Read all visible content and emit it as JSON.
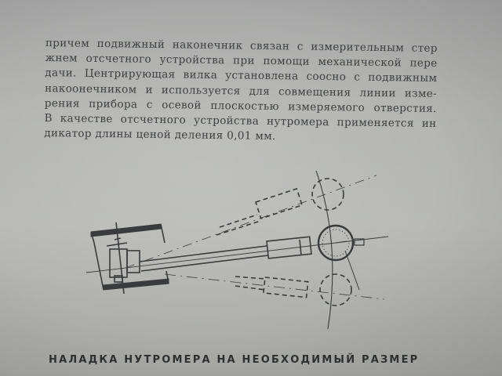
{
  "page": {
    "paragraph_lines": [
      "причем подвижный наконечник связан с измерительным стер",
      "жнем отсчетного устройства при помощи механической пере",
      "дачи. Центрирующая вилка установлена соосно с подвижным",
      "накоонечником и используется для совмещения линии изме-",
      "рения прибора с осевой плоскостью измеряемого отверстия.",
      "В качестве отсчетного устройства нутромера применяется ин",
      "дикатор длины ценой деления 0,01 мм."
    ],
    "figure": {
      "description": "Technical drawing: bore gauge (nutromer) inserted in a hollow cylinder, shown in three positions (solid center, dashed upper and lower) with dial indicators on an arc",
      "components": [
        "hollow-cylinder-section",
        "centering-fork",
        "gauge-rod",
        "handle",
        "dial-indicator-center",
        "dial-indicator-upper-dashed",
        "dial-indicator-lower-dashed",
        "swing-arc",
        "axis-lines"
      ]
    },
    "caption": "НАЛАДКА НУТРОМЕРА НА НЕОБХОДИМЫЙ РАЗМЕР",
    "colors": {
      "paper": "#b3b4b2",
      "ink": "#3e3f40"
    }
  }
}
